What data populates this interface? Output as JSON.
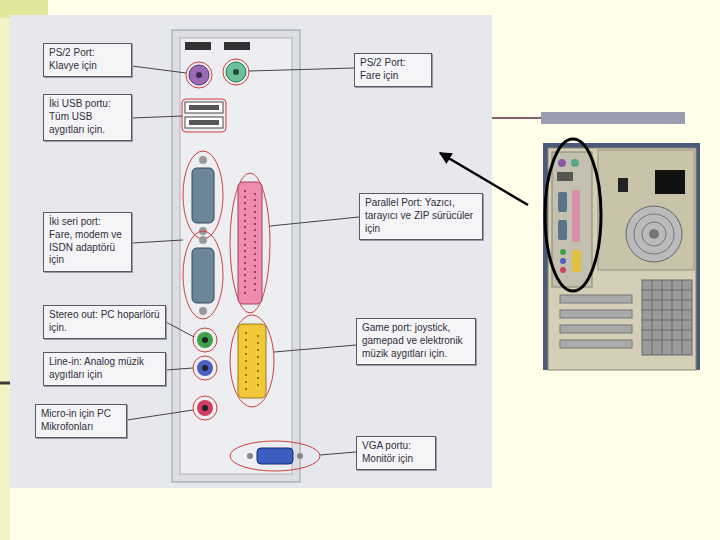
{
  "diagram": {
    "nodes": [
      {
        "text": [
          "PS/2 Port: Klavye için"
        ]
      },
      {
        "text": [
          "PS/2 Port: Fare için"
        ]
      },
      {
        "text": [
          "İki USB portu: Tüm USB aygıtları için."
        ]
      },
      {
        "text": [
          "Parallel Port: Yazıcı, tarayıcı ve ZIP sürücüler için"
        ]
      },
      {
        "text": [
          "İki seri port: Fare, modem ve ISDN adaptörü için"
        ]
      },
      {
        "text": [
          "Stereo out: PC hoparlörü için."
        ]
      },
      {
        "text": [
          "Game port: joystick, gamepad ve elektronik müzik aygıtları için."
        ]
      },
      {
        "text": [
          "Line-in: Analog müzik aygıtları için"
        ]
      },
      {
        "text": [
          "Micro-in için PC Mikrofonları"
        ]
      },
      {
        "text": [
          "VGA portu: Monitör için"
        ]
      }
    ]
  }
}
